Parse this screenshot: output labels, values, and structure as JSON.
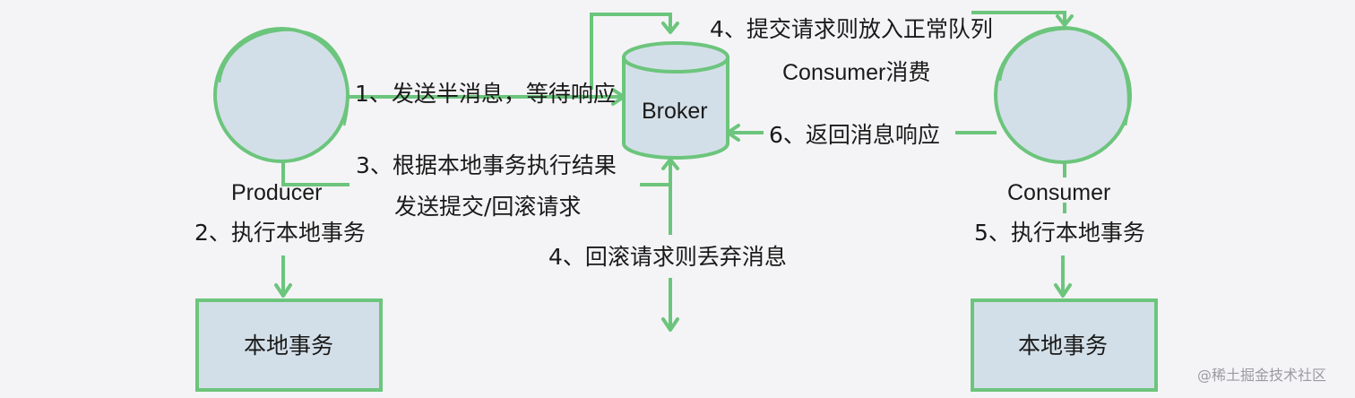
{
  "nodes": {
    "producer": "Producer",
    "broker": "Broker",
    "consumer": "Consumer",
    "producer_task": "本地事务",
    "consumer_task": "本地事务"
  },
  "steps": {
    "s1": "1、发送半消息，等待响应",
    "s2": "2、执行本地事务",
    "s3_line1": "3、根据本地事务执行结果",
    "s3_line2": "发送提交/回滚请求",
    "s4_commit_line1": "4、提交请求则放入正常队列",
    "s4_commit_line2": "Consumer消费",
    "s4_rollback": "4、回滚请求则丢弃消息",
    "s5": "5、执行本地事务",
    "s6": "6、返回消息响应"
  },
  "watermark": "@稀土掘金技术社区",
  "colors": {
    "stroke": "#6cc57c",
    "fill": "#d3dfe8",
    "text": "#1a1a1a",
    "background": "#f4f4f6"
  }
}
